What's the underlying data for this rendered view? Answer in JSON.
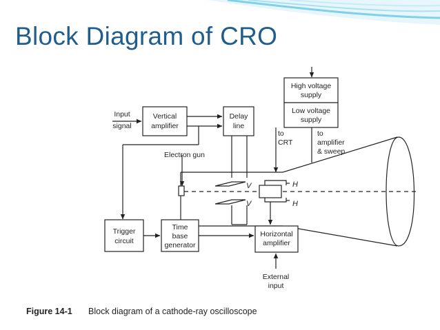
{
  "slide": {
    "title": "Block Diagram of CRO",
    "accent_color": "#1f5e8c",
    "swoosh_color": "#7fd0ea"
  },
  "diagram": {
    "blocks": {
      "high_voltage": [
        "High voltage",
        "supply"
      ],
      "low_voltage": [
        "Low voltage",
        "supply"
      ],
      "vertical_amplifier": [
        "Vertical",
        "amplifier"
      ],
      "delay_line": [
        "Delay",
        "line"
      ],
      "trigger_circuit": [
        "Trigger",
        "circuit"
      ],
      "time_base": [
        "Time",
        "base",
        "generator"
      ],
      "horizontal_amplifier": [
        "Horizontal",
        "amplifier"
      ]
    },
    "labels": {
      "input_signal": [
        "Input",
        "signal"
      ],
      "electron_gun": "Electron gun",
      "to_crt": [
        "to",
        "CRT"
      ],
      "to_amp_sweep": [
        "to",
        "amplifier",
        "& sweep"
      ],
      "v_plate": "V",
      "h_plate": "H",
      "external_input": [
        "External",
        "input"
      ]
    },
    "caption": {
      "number": "Figure 14-1",
      "text": "Block diagram of a cathode-ray oscilloscope"
    }
  }
}
